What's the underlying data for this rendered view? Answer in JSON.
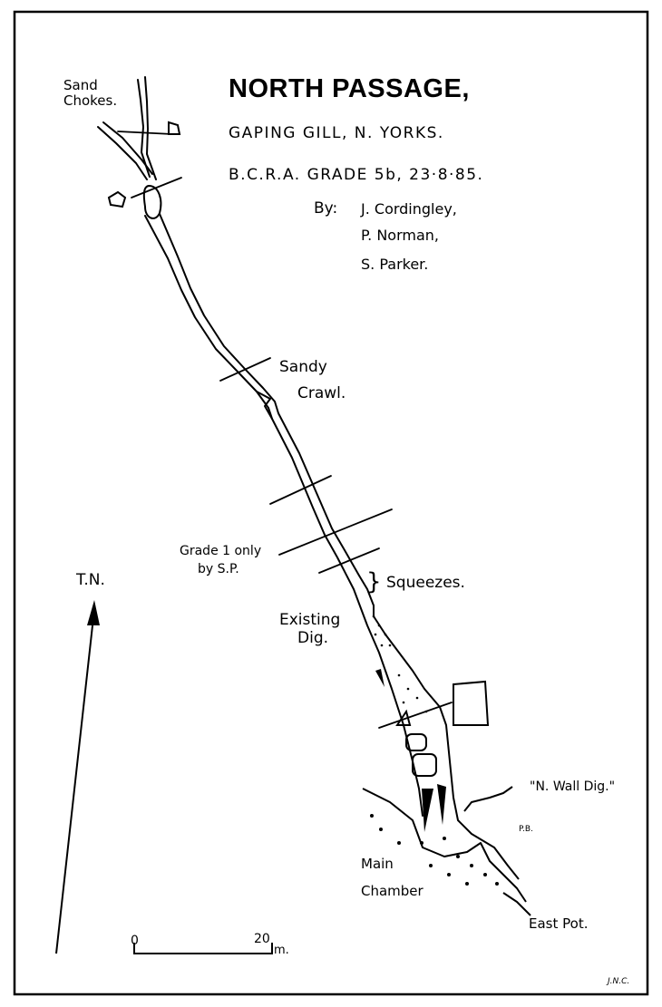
{
  "title": "NORTH PASSAGE,",
  "location": "GAPING GILL, N. YORKS.",
  "grade_line": "B.C.R.A. GRADE 5b, 23·8·85.",
  "by_label": "By:",
  "surveyors": [
    "J. Cordingley,",
    "P. Norman,",
    "S. Parker."
  ],
  "labels": {
    "sand_chokes": [
      "Sand",
      "Chokes."
    ],
    "sandy_crawl": [
      "Sandy",
      "Crawl."
    ],
    "grade1": [
      "Grade 1 only",
      "by S.P."
    ],
    "squeezes": "Squeezes.",
    "existing_dig": [
      "Existing",
      "Dig."
    ],
    "north_wall_dig": "\"N. Wall Dig.\"",
    "pb": "P.B.",
    "main_chamber": [
      "Main",
      "Chamber"
    ],
    "east_pot": "East Pot.",
    "true_north": "T.N."
  },
  "scale": {
    "zero": "0",
    "twenty": "20",
    "unit": "m."
  },
  "initials": "J.N.C.",
  "colors": {
    "ink": "#000000",
    "paper": "#ffffff"
  }
}
